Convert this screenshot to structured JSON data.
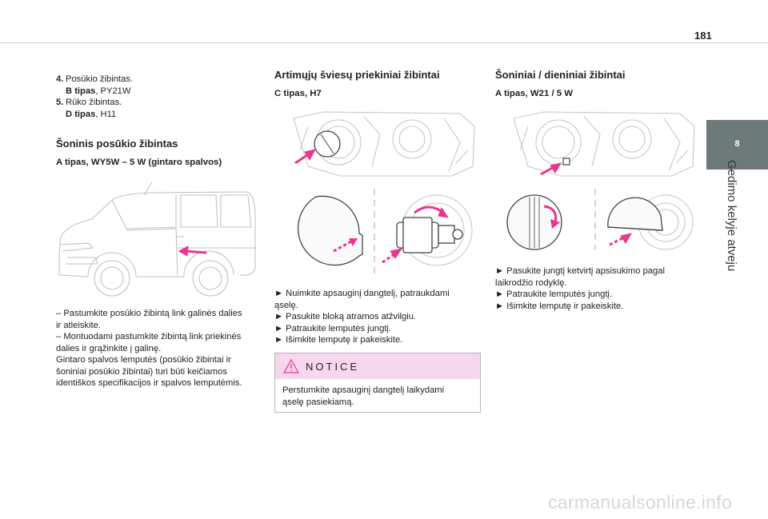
{
  "page": {
    "number": "181",
    "section_tab_number": "8",
    "section_title": "Gedimo kelyje atveju",
    "watermark": "carmanualsonline.info"
  },
  "col1": {
    "items": [
      {
        "num": "4.",
        "line1": "Posūkio žibintas.",
        "line2_bold": "B tipas",
        "line2_rest": ", PY21W"
      },
      {
        "num": "5.",
        "line1": "Rūko žibintas.",
        "line2_bold": "D tipas",
        "line2_rest": ", H11"
      }
    ],
    "heading": "Šoninis posūkio žibintas",
    "subheading": "A tipas, WY5W – 5 W (gintaro spalvos)",
    "paragraphs": [
      "– Pastumkite posūkio žibintą link galinės dalies",
      "ir atleiskite.",
      "– Montuodami pastumkite žibintą link priekinės",
      "dalies ir grąžinkite į galinę.",
      "Gintaro spalvos lemputės (posūkio žibintai ir",
      "šoniniai posūkio žibintai) turi būti keičiamos",
      "identiškos specifikacijos ir spalvos lemputėmis."
    ]
  },
  "col2": {
    "heading": "Artimųjų šviesų priekiniai žibintai",
    "subheading": "C tipas, H7",
    "steps": [
      "► Nuimkite apsauginį dangtelį, patraukdami",
      "ąselę.",
      "► Pasukite bloką atramos atžvilgiu.",
      "► Patraukite lemputės jungtį.",
      "► Išimkite lemputę ir pakeiskite."
    ],
    "notice": {
      "title": "NOTICE",
      "lines": [
        "Perstumkite apsauginį dangtelį laikydami",
        "ąselę pasiekiamą."
      ]
    }
  },
  "col3": {
    "heading": "Šoniniai / dieniniai žibintai",
    "subheading": "A tipas, W21 / 5 W",
    "steps": [
      "► Pasukite jungtį ketvirtį apsisukimo pagal",
      "laikrodžio rodyklę.",
      "► Patraukite lemputės jungtį.",
      "► Išimkite lemputę ir pakeiskite."
    ]
  },
  "colors": {
    "accent_pink": "#e8378f",
    "tab_gray": "#6d7a7a",
    "notice_bg": "#f6d7ee",
    "line_gray": "#9a9a9a"
  },
  "icons": [
    "warning-triangle-icon"
  ]
}
